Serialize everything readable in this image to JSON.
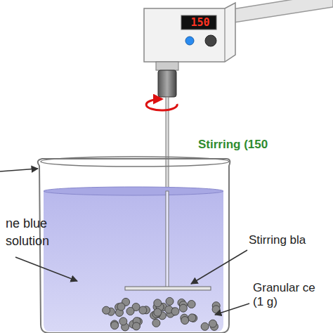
{
  "diagram": {
    "labels": [
      "150",
      "Stirring (150",
      "ne blue solution",
      "Stirring bla",
      "Granular ce (1 g)"
    ]
  }
}
